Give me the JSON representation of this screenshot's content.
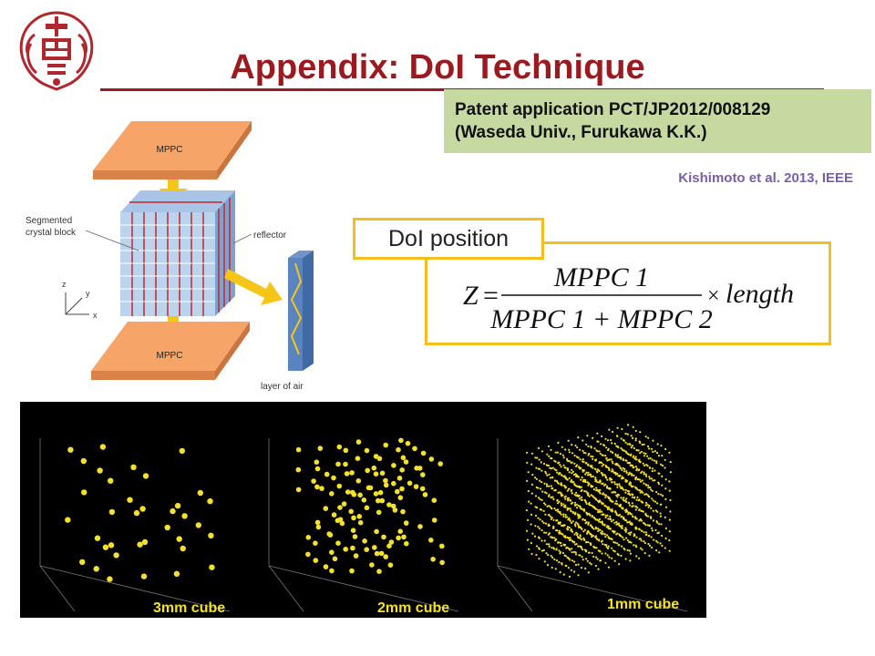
{
  "title": "Appendix: DoI Technique",
  "patent": {
    "line1": "Patent application PCT/JP2012/008129",
    "line2": "(Waseda Univ., Furukawa K.K.)"
  },
  "citation": "Kishimoto et al. 2013, IEEE",
  "doi_label": "DoI position",
  "diagram": {
    "top_plate": "MPPC",
    "bottom_plate": "MPPC",
    "block_label_1": "Segmented",
    "block_label_2": "crystal block",
    "reflector": "reflector",
    "air": "layer of air",
    "axes": [
      "z",
      "y",
      "x"
    ]
  },
  "formula": {
    "lhs": "Z",
    "numerator": "MPPC 1",
    "denominator": "MPPC 1 + MPPC 2",
    "factor": "length"
  },
  "plots": [
    {
      "label": "3mm cube"
    },
    {
      "label": "2mm cube"
    },
    {
      "label": "1mm cube"
    }
  ],
  "colors": {
    "title": "#9b1a1f",
    "patent_bg": "#c6d9a0",
    "citation": "#7a5ea8",
    "frame": "#f2c01e",
    "plot_points": "#f4e22a"
  }
}
